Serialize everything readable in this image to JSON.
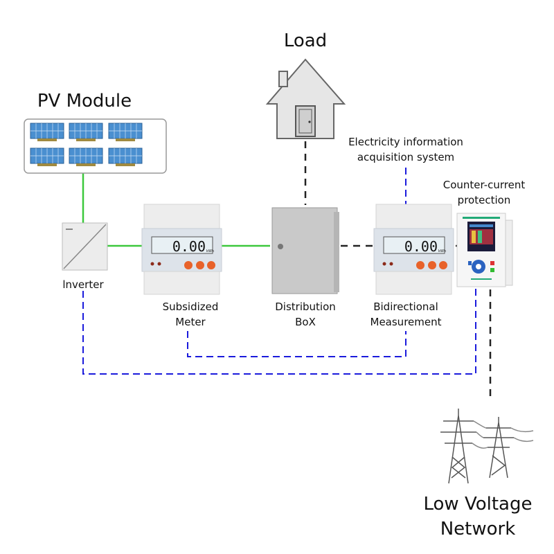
{
  "titles": {
    "load": "Load",
    "pv_module": "PV Module",
    "low_voltage_line1": "Low Voltage",
    "low_voltage_line2": "Network"
  },
  "labels": {
    "inverter": "lnverter",
    "subsidized_line1": "Subsidized",
    "subsidized_line2": "Meter",
    "distribution_line1": "Distribution",
    "distribution_line2": "BoX",
    "bidirectional_line1": "Bidirectional",
    "bidirectional_line2": "Measurement",
    "acquisition_line1": "Electricity information",
    "acquisition_line2": "acquisition system",
    "counter_line1": "Counter-current",
    "counter_line2": "protection"
  },
  "meters": {
    "reading": "0.00",
    "unit": "kWh"
  },
  "colors": {
    "power_line": "#3cc83c",
    "comm_line": "#1a1adc",
    "load_line": "#222222"
  }
}
